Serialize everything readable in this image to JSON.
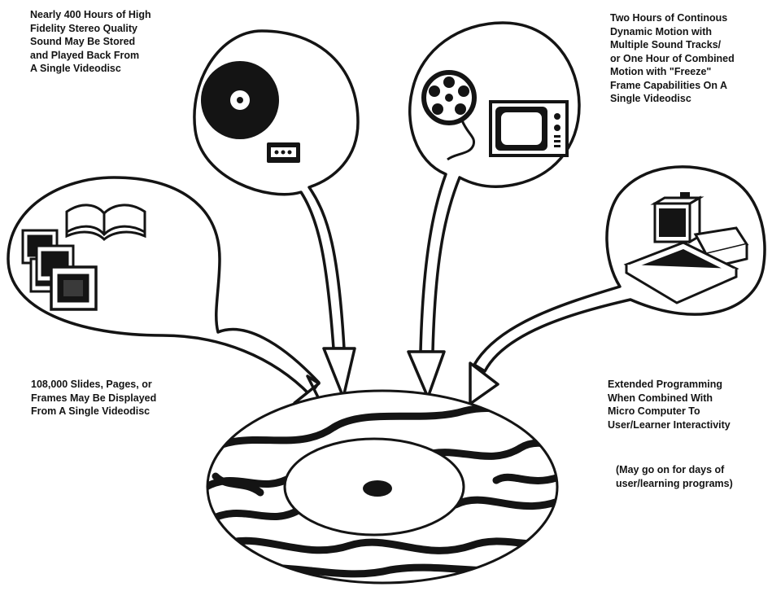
{
  "captions": {
    "audio": [
      "Nearly 400 Hours of High",
      "Fidelity Stereo Quality",
      "Sound May Be Stored",
      "and Played Back From",
      "A Single Videodisc"
    ],
    "motion": [
      "Two Hours of Continous",
      "Dynamic Motion with",
      "Multiple Sound Tracks/",
      "or One Hour of Combined",
      "Motion with \"Freeze\"",
      "Frame Capabilities On A",
      "Single Videodisc"
    ],
    "slides": [
      "108,000 Slides, Pages, or",
      "Frames May Be Displayed",
      "From A Single Videodisc"
    ],
    "computer": [
      "Extended Programming",
      "When Combined With",
      "Micro Computer To",
      "User/Learner Interactivity"
    ],
    "note": [
      "(May go on for days of",
      "user/learning programs)"
    ]
  },
  "bubbles": [
    {
      "name": "slides-and-books",
      "icons": [
        "book-icon",
        "slides-icon"
      ]
    },
    {
      "name": "audio-media",
      "icons": [
        "record-disc-icon",
        "cassette-icon"
      ]
    },
    {
      "name": "motion-media",
      "icons": [
        "film-reel-icon",
        "television-icon"
      ]
    },
    {
      "name": "micro-computer",
      "icons": [
        "computer-icon"
      ]
    }
  ],
  "center": {
    "icon": "videodisc-icon"
  },
  "colors": {
    "ink": "#141414",
    "paper": "#ffffff"
  }
}
